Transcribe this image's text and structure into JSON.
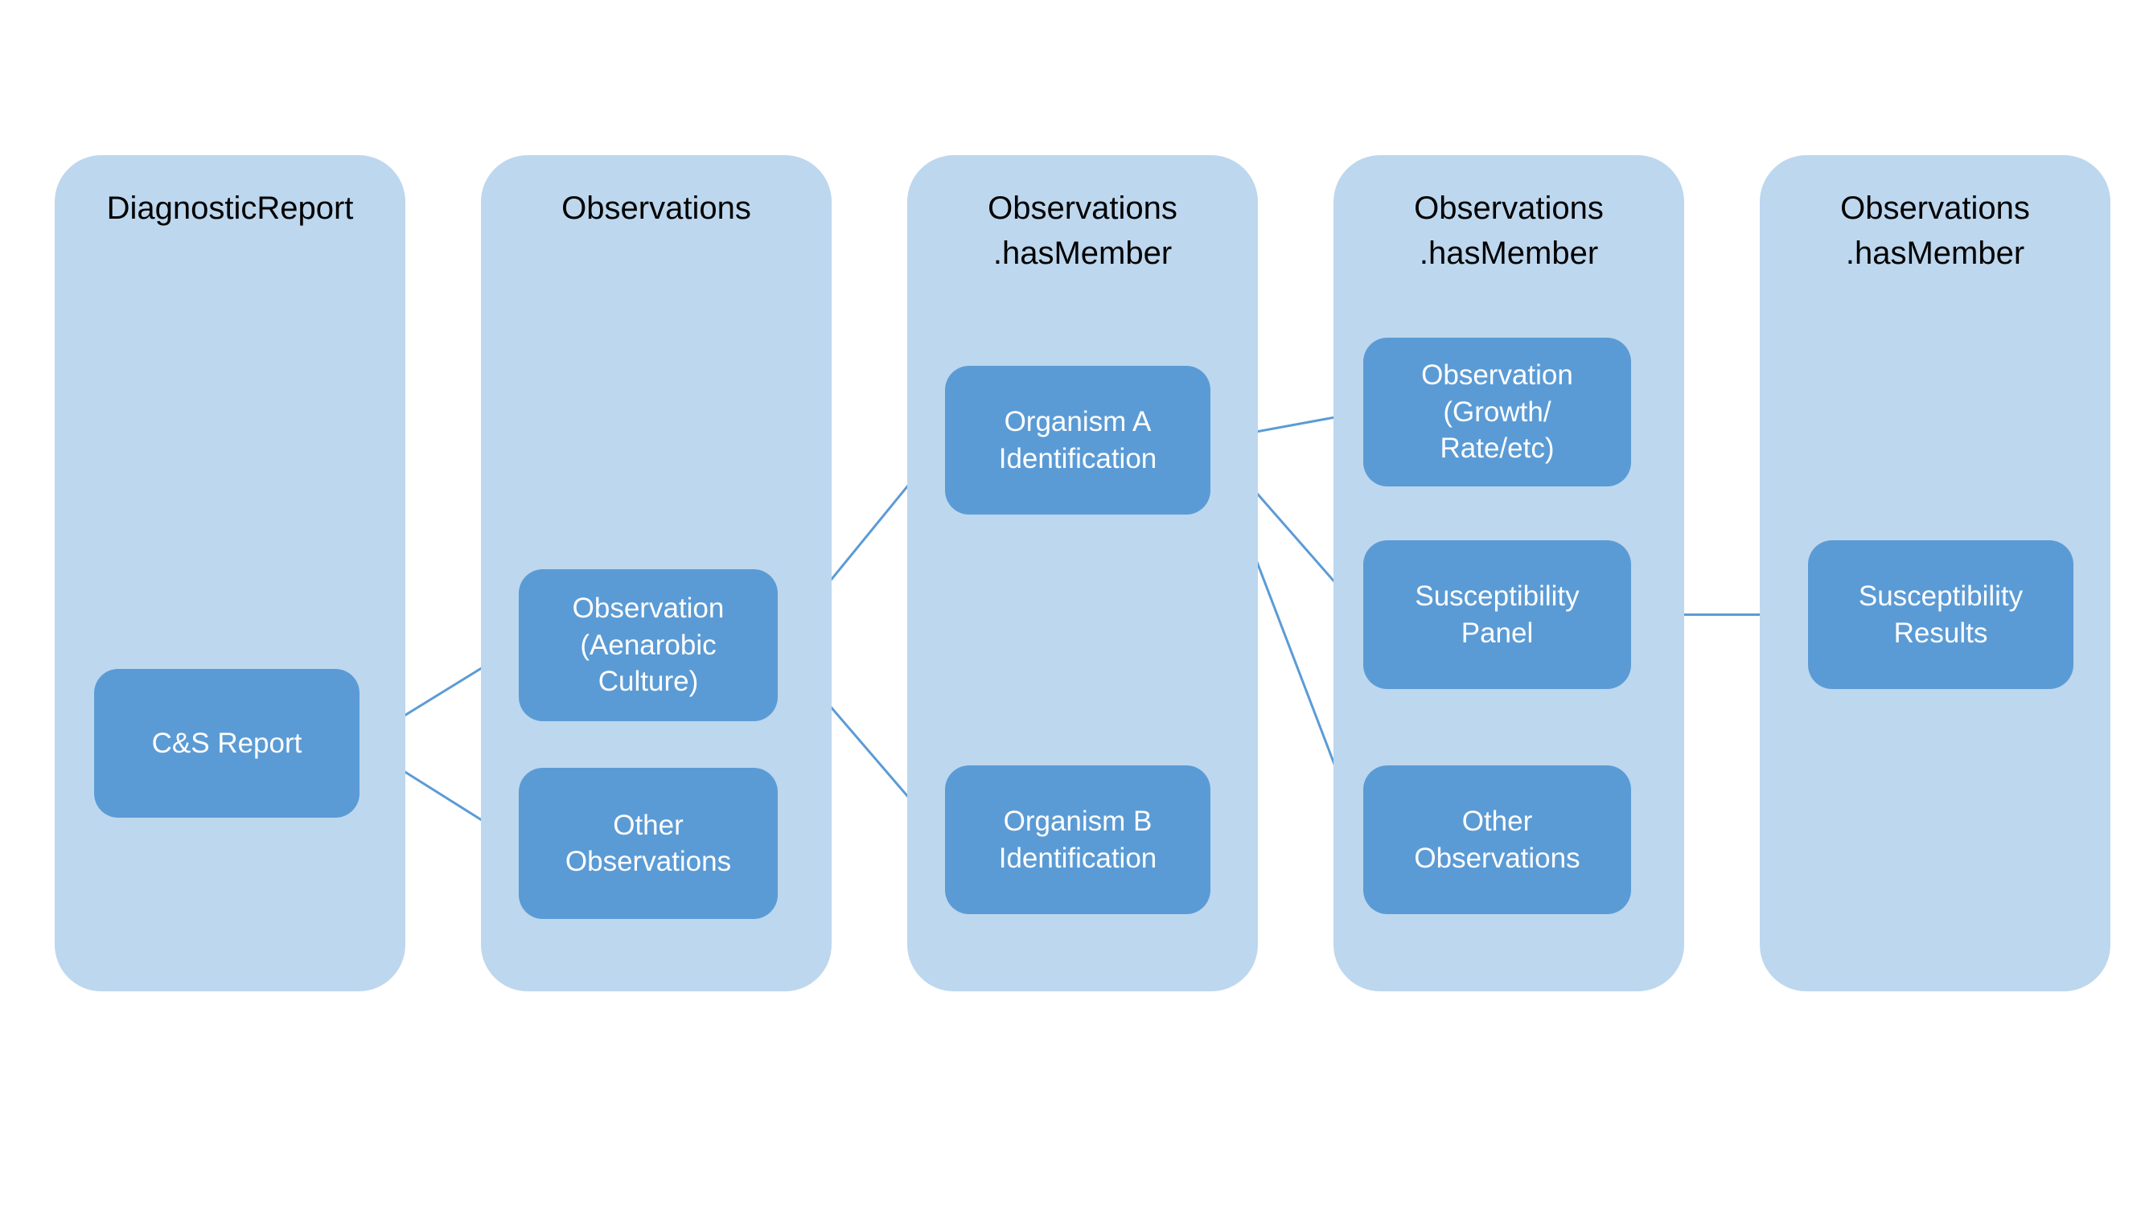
{
  "diagram": {
    "colors": {
      "page_bg": "#ffffff",
      "column_fill": "#BDD7EE",
      "node_fill": "#5B9BD5",
      "node_text": "#ffffff",
      "title_text": "#000000",
      "connector": "#5B9BD5"
    },
    "columns": [
      {
        "title": "DiagnosticReport"
      },
      {
        "title": "Observations"
      },
      {
        "title": "Observations\n.hasMember"
      },
      {
        "title": "Observations\n.hasMember"
      },
      {
        "title": "Observations\n.hasMember"
      }
    ],
    "nodes": {
      "cs_report": {
        "label": "C&S Report"
      },
      "obs_anaerobic_culture": {
        "label": "Observation\n(Aenarobic\nCulture)"
      },
      "other_observations_1": {
        "label": "Other\nObservations"
      },
      "organism_a_identification": {
        "label": "Organism A\nIdentification"
      },
      "organism_b_identification": {
        "label": "Organism B\nIdentification"
      },
      "obs_growth_rate": {
        "label": "Observation\n(Growth/\nRate/etc)"
      },
      "susceptibility_panel": {
        "label": "Susceptibility\nPanel"
      },
      "other_observations_2": {
        "label": "Other\nObservations"
      },
      "susceptibility_results": {
        "label": "Susceptibility\nResults"
      }
    },
    "edges": [
      {
        "from": "cs_report",
        "to": "obs_anaerobic_culture"
      },
      {
        "from": "cs_report",
        "to": "other_observations_1"
      },
      {
        "from": "obs_anaerobic_culture",
        "to": "organism_a_identification"
      },
      {
        "from": "obs_anaerobic_culture",
        "to": "organism_b_identification"
      },
      {
        "from": "organism_a_identification",
        "to": "obs_growth_rate"
      },
      {
        "from": "organism_a_identification",
        "to": "susceptibility_panel"
      },
      {
        "from": "organism_a_identification",
        "to": "other_observations_2"
      },
      {
        "from": "susceptibility_panel",
        "to": "susceptibility_results"
      }
    ]
  }
}
